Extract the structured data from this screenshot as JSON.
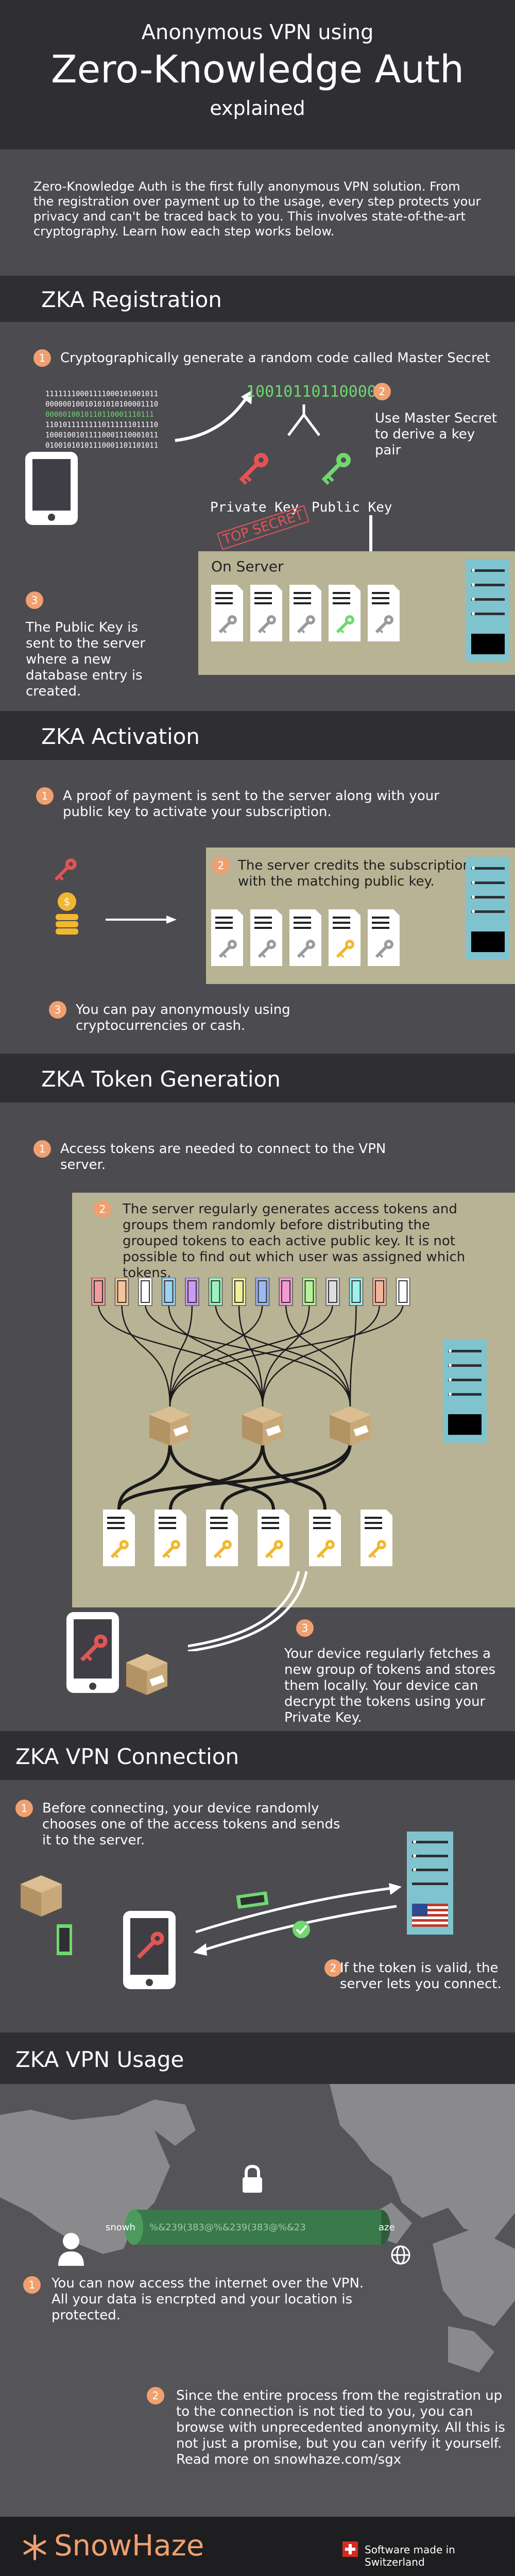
{
  "header": {
    "line1": "Anonymous VPN using",
    "line2": "Zero-Knowledge Auth",
    "line3": "explained"
  },
  "intro": "Zero-Knowledge Auth is the first fully anonymous VPN solution. From the registration over payment up to the usage, every step protects your privacy and can't be traced back to you. This involves state-of-the-art cryptography. Learn how each step works below.",
  "registration": {
    "title": "ZKA Registration",
    "step1": "Cryptographically generate a random code called Master Secret",
    "bits": [
      "11111110001111000101001011",
      "00000010010101010100001110",
      "0000010010110110001110111",
      "11010111111110111111011110",
      "10001001011110001110001011",
      "01001010101110001101101011"
    ],
    "master_code": "10010110110000",
    "step2": "Use Master Secret to derive a key pair",
    "private_key": "Private Key",
    "public_key": "Public Key",
    "top_secret": "TOP SECRET",
    "on_server": "On Server",
    "step3": "The Public Key is sent to the server where a new database entry is created."
  },
  "activation": {
    "title": "ZKA Activation",
    "step1": "A proof of payment is sent to the server along with your public key to activate your subscription.",
    "step2": "The server credits the subscription with the matching public key.",
    "step3": "You can pay anonymously using cryptocurrencies or cash."
  },
  "tokens": {
    "title": "ZKA Token Generation",
    "step1": "Access tokens are needed to connect to the VPN server.",
    "step2": "The server regularly generates access tokens and groups them randomly before distributing the grouped tokens to each active public key. It is not possible to find out which user was assigned which tokens.",
    "step3": "Your device regularly fetches a new group of tokens and stores them locally. Your device can decrypt the tokens using your Private Key."
  },
  "connection": {
    "title": "ZKA VPN Connection",
    "step1": "Before connecting, your device randomly chooses one of the access tokens and sends it to the server.",
    "step2": "If the token is valid, the server lets you connect."
  },
  "usage": {
    "title": "ZKA VPN Usage",
    "tunnel_left": "snowh",
    "tunnel_text": "%&239(383@%&239(383@%&23",
    "tunnel_right": "aze",
    "step1": "You can now access the internet over the VPN. All your data is encrpted and your location is protected.",
    "step2": "Since the entire process from the registration up to the connection is not tied to you, you can browse with unprecedented anonymity. All this is not just a promise, but you can verify it yourself. Read more on snowhaze.com/sgx"
  },
  "footer": {
    "logo": "SnowHaze",
    "swiss": "Software made in Switzerland"
  },
  "numbers": [
    "1",
    "2",
    "3"
  ],
  "colors": {
    "accent_orange": "#f0a070",
    "key_green": "#6fd86f",
    "key_red": "#e35555",
    "key_gold": "#f1b72e",
    "server_teal": "#7fc3cf",
    "panel_tan": "#b8b395"
  }
}
